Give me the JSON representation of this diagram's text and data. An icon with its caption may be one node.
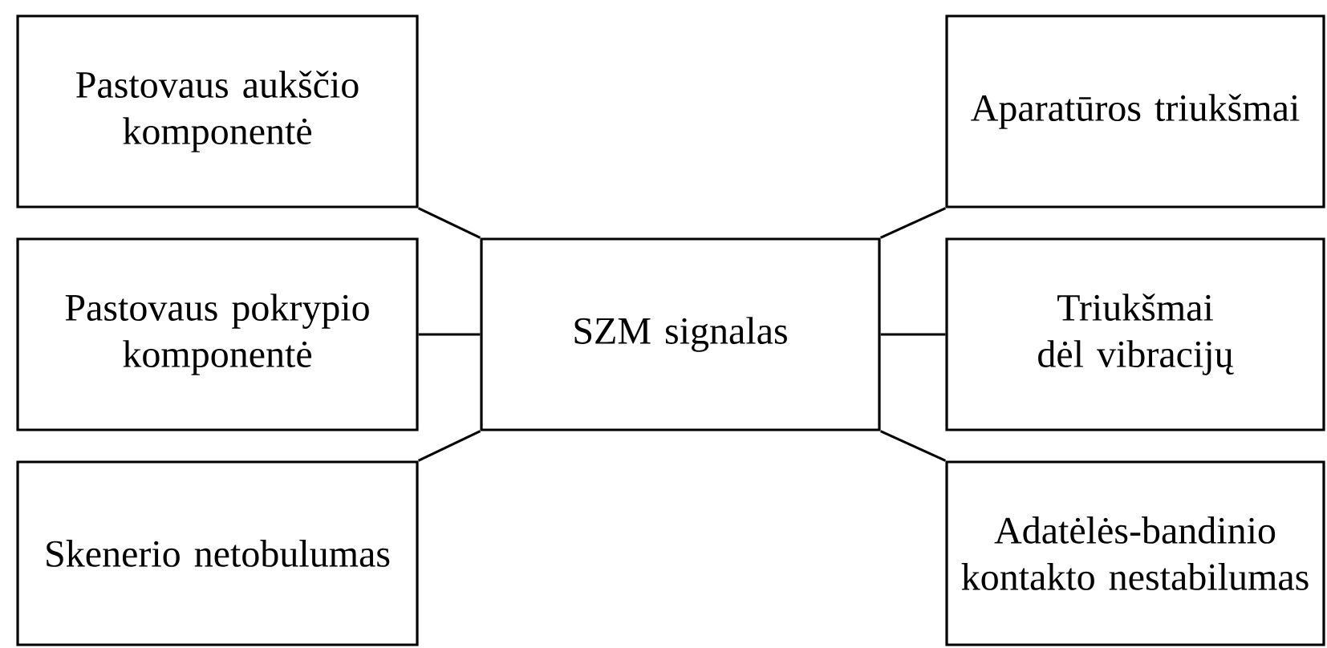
{
  "diagram": {
    "nodes": [
      {
        "text": [
          "Pastovaus aukščio komponentė"
        ]
      },
      {
        "text": [
          "Aparatūros triukšmai"
        ]
      },
      {
        "text": [
          "Pastovaus pokrypio komponentė"
        ]
      },
      {
        "text": [
          "SZM signalas"
        ]
      },
      {
        "text": [
          "Triukšmai dėl vibracijų"
        ]
      },
      {
        "text": [
          "Skenerio netobulumas"
        ]
      },
      {
        "text": [
          "Adatėlės-bandinio kontakto nestabilumas"
        ]
      }
    ],
    "edges": [
      {
        "from": 0,
        "to": 3,
        "arrow": "none"
      },
      {
        "from": 2,
        "to": 3,
        "arrow": "none"
      },
      {
        "from": 5,
        "to": 3,
        "arrow": "none"
      },
      {
        "from": 1,
        "to": 3,
        "arrow": "none"
      },
      {
        "from": 4,
        "to": 3,
        "arrow": "none"
      },
      {
        "from": 6,
        "to": 3,
        "arrow": "none"
      }
    ]
  }
}
